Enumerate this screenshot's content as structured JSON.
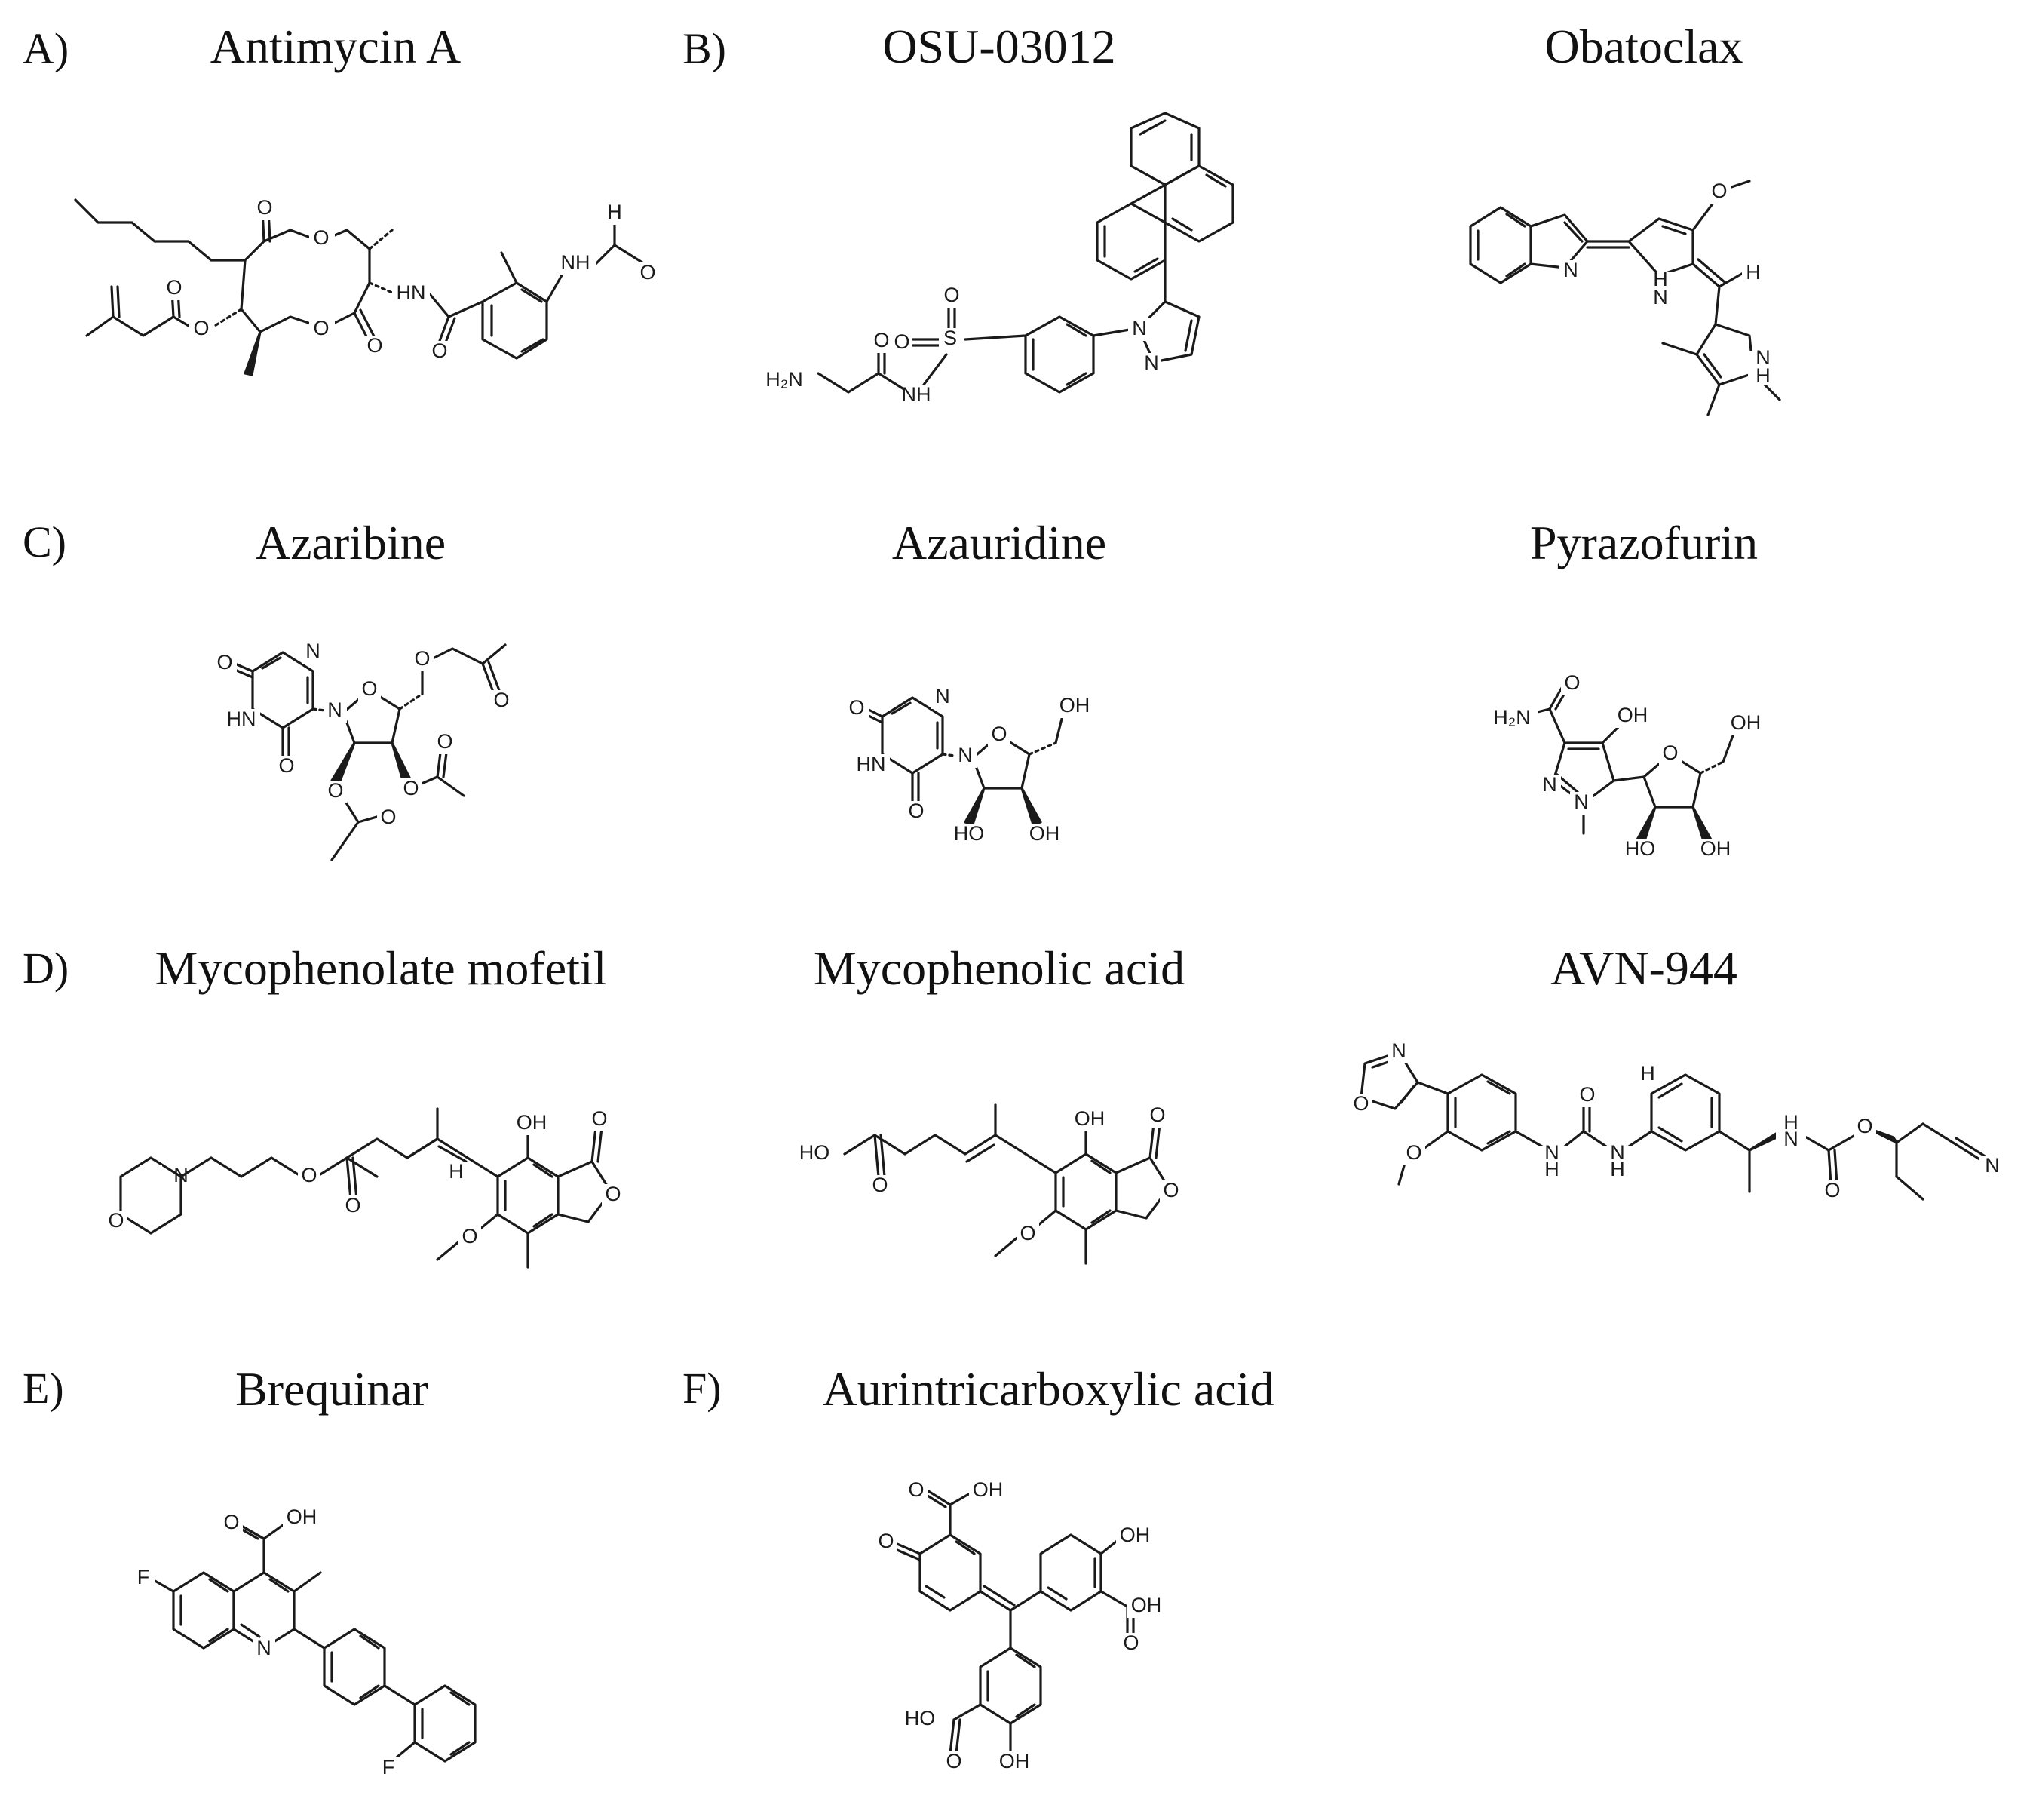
{
  "panels": [
    {
      "letter": "A)",
      "compounds": [
        "Antimycin A"
      ]
    },
    {
      "letter": "B)",
      "compounds": [
        "OSU-03012",
        "Obatoclax"
      ]
    },
    {
      "letter": "C)",
      "compounds": [
        "Azaribine",
        "Azauridine",
        "Pyrazofurin"
      ]
    },
    {
      "letter": "D)",
      "compounds": [
        "Mycophenolate mofetil",
        "Mycophenolic acid",
        "AVN-944"
      ]
    },
    {
      "letter": "E)",
      "compounds": [
        "Brequinar"
      ]
    },
    {
      "letter": "F)",
      "compounds": [
        "Aurintricarboxylic acid"
      ]
    }
  ],
  "atom_labels": {
    "O": "O",
    "N": "N",
    "H": "H",
    "F": "F",
    "NH": "NH",
    "HN": "HN",
    "OH": "OH",
    "HO": "HO",
    "H2N": "H₂N",
    "S": "S"
  }
}
